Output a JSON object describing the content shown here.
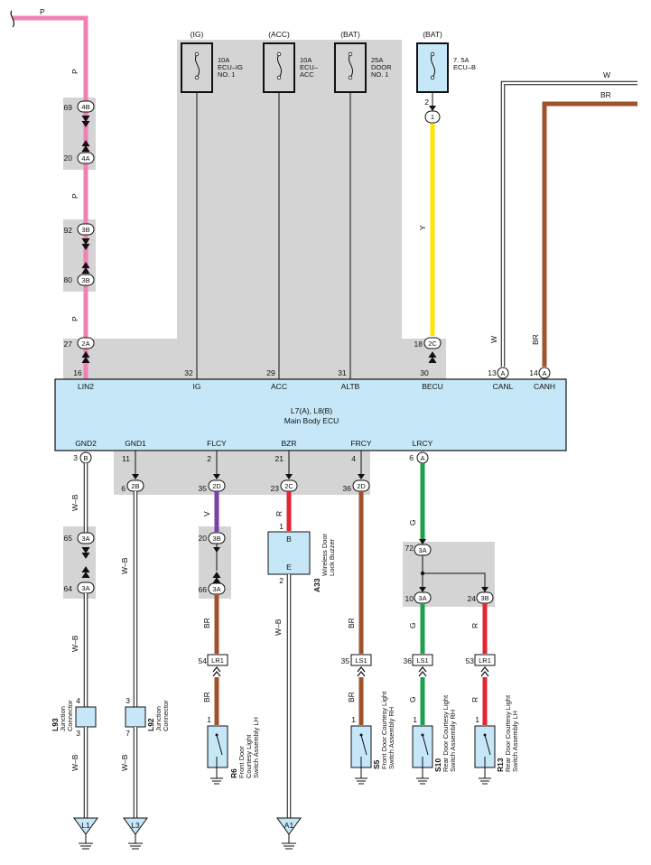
{
  "colors": {
    "pink": "#ee82b4",
    "yellow": "#ffe600",
    "brown": "#a0522d",
    "violet": "#7a3ea5",
    "red": "#e32431",
    "green": "#1f9e4b",
    "ecu_fill": "#c6e7f7",
    "shade": "#d4d4d4"
  },
  "top_wire": {
    "label": "P"
  },
  "fuses": [
    {
      "source": "(IG)",
      "lines": [
        "10A",
        "ECU–IG",
        "NO. 1"
      ]
    },
    {
      "source": "(ACC)",
      "lines": [
        "10A",
        "ECU–",
        "ACC"
      ]
    },
    {
      "source": "(BAT)",
      "lines": [
        "25A",
        "DOOR",
        "NO. 1"
      ]
    },
    {
      "source": "(BAT)",
      "lines": [
        "7. 5A",
        "ECU–B"
      ]
    }
  ],
  "left_chain": [
    {
      "pin": "69",
      "conn": "4B"
    },
    {
      "pin": "20",
      "conn": "4A"
    },
    {
      "pin": "92",
      "conn": "3B"
    },
    {
      "pin": "80",
      "conn": "3B"
    },
    {
      "pin": "27",
      "conn": "2A"
    }
  ],
  "wire_letters": {
    "p": "P",
    "y": "Y",
    "w": "W",
    "br": "BR",
    "wb": "W–B",
    "v": "V",
    "r": "R",
    "g": "G"
  },
  "ecu": {
    "title": "L7(A), L8(B)",
    "subtitle": "Main Body ECU",
    "top_pins": [
      {
        "num": "16",
        "name": "LIN2"
      },
      {
        "num": "32",
        "name": "IG"
      },
      {
        "num": "29",
        "name": "ACC"
      },
      {
        "num": "31",
        "name": "ALTB"
      },
      {
        "num": "30",
        "name": "BECU"
      },
      {
        "num": "13",
        "name": "CANL",
        "conn": "A"
      },
      {
        "num": "14",
        "name": "CANH",
        "conn": "A"
      }
    ],
    "bottom_pins": [
      {
        "num": "3",
        "name": "GND2",
        "conn": "B"
      },
      {
        "num": "11",
        "name": "GND1"
      },
      {
        "num": "2",
        "name": "FLCY"
      },
      {
        "num": "21",
        "name": "BZR"
      },
      {
        "num": "4",
        "name": "FRCY"
      },
      {
        "num": "6",
        "name": "LRCY",
        "conn": "A"
      }
    ]
  },
  "becu_chain": [
    {
      "pin": "2",
      "conn": "1"
    },
    {
      "pin": "18",
      "conn": "2C"
    }
  ],
  "below_ecu": [
    {
      "pin": "6",
      "conn": "2B"
    },
    {
      "pin": "35",
      "conn": "2D"
    },
    {
      "pin": "23",
      "conn": "2C"
    },
    {
      "pin": "36",
      "conn": "2D"
    }
  ],
  "gnd2_chain": [
    {
      "pin": "65",
      "conn": "3A"
    },
    {
      "pin": "64",
      "conn": "3A"
    }
  ],
  "flcy_chain": [
    {
      "pin": "20",
      "conn": "3B"
    },
    {
      "pin": "66",
      "conn": "3A"
    }
  ],
  "lrcy_chain": [
    {
      "pin": "72",
      "conn": "3A"
    },
    {
      "pin": "10",
      "conn": "3A"
    },
    {
      "pin": "24",
      "conn": "3B"
    }
  ],
  "lr_connectors": [
    {
      "pin": "54",
      "conn": "LR1"
    },
    {
      "pin": "35",
      "conn": "LS1"
    },
    {
      "pin": "36",
      "conn": "LS1"
    },
    {
      "pin": "53",
      "conn": "LR1"
    }
  ],
  "junctions": [
    {
      "code": "L93",
      "lines": [
        "Junction",
        "Connector"
      ],
      "pin_top": "4",
      "pin_bottom": "3"
    },
    {
      "code": "L92",
      "lines": [
        "Junction",
        "Connector"
      ],
      "pin_top": "3",
      "pin_bottom": "7"
    }
  ],
  "buzzer": {
    "code": "A33",
    "lines": [
      "Wireless Door",
      "Lock Buzzer"
    ],
    "pin_in": "1",
    "pin_out": "2",
    "term_in": "B",
    "term_out": "E"
  },
  "switches": [
    {
      "code": "R6",
      "lines": [
        "Front Door",
        "Courtesy Light",
        "Switch Assembly LH"
      ],
      "pin": "1"
    },
    {
      "code": "S5",
      "lines": [
        "Front Door Courtesy Light",
        "Switch Assembly RH"
      ],
      "pin": "1"
    },
    {
      "code": "S10",
      "lines": [
        "Rear Door Courtesy Light",
        "Switch Assembly RH"
      ],
      "pin": "1"
    },
    {
      "code": "R13",
      "lines": [
        "Rear Door Courtesy Light",
        "Switch Assembly LH"
      ],
      "pin": "1"
    }
  ],
  "grounds": [
    "L1",
    "L3",
    "A1"
  ]
}
